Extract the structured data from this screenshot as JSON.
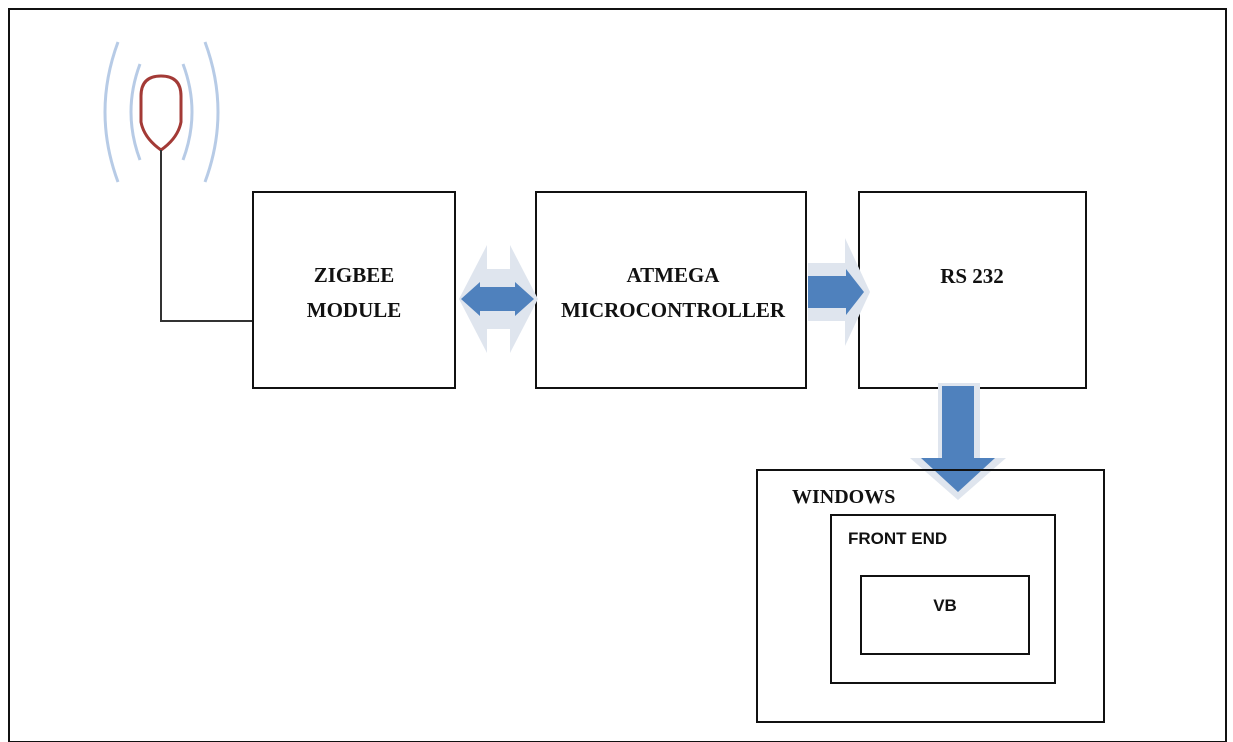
{
  "colors": {
    "arrow_fill": "#4f81bd",
    "arrow_shadow": "#dfe5ee",
    "antenna_body": "#a33a36",
    "signal_waves": "#b7cbe6",
    "block_border": "#111111"
  },
  "antenna": {
    "icon": "antenna-icon"
  },
  "blocks": {
    "zigbee": {
      "line1": "ZIGBEE",
      "line2": "MODULE"
    },
    "atmega": {
      "line1": "ATMEGA",
      "line2": "MICROCONTROLLER"
    },
    "rs232": {
      "label": "RS 232"
    }
  },
  "host": {
    "windows": "WINDOWS",
    "frontend": "FRONT END",
    "vb": "VB"
  },
  "arrows": [
    {
      "from": "ZIGBEE MODULE",
      "to": "ATMEGA MICROCONTROLLER",
      "direction": "bidirectional"
    },
    {
      "from": "ATMEGA MICROCONTROLLER",
      "to": "RS 232",
      "direction": "right"
    },
    {
      "from": "RS 232",
      "to": "WINDOWS",
      "direction": "down"
    }
  ]
}
